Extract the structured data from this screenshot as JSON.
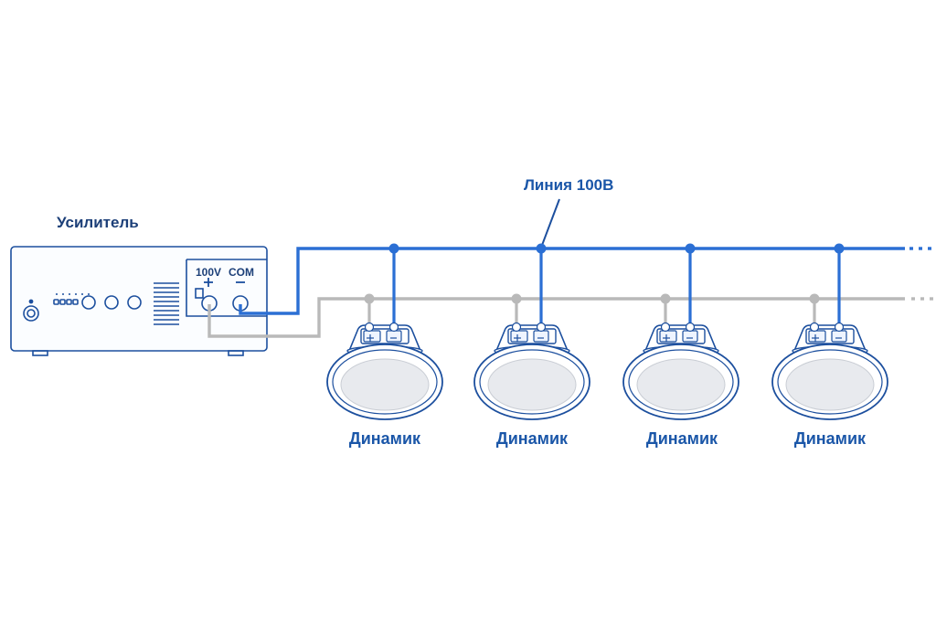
{
  "amplifier": {
    "title": "Усилитель",
    "terminal_100v": "100V",
    "terminal_com": "COM"
  },
  "line": {
    "title": "Линия 100В"
  },
  "speakers": [
    {
      "label": "Динамик"
    },
    {
      "label": "Динамик"
    },
    {
      "label": "Динамик"
    },
    {
      "label": "Динамик"
    }
  ],
  "colors": {
    "line_positive": "#2b6fd4",
    "line_common": "#b9b9b9",
    "outline": "#1c4f9e",
    "text": "#1a56a8"
  }
}
